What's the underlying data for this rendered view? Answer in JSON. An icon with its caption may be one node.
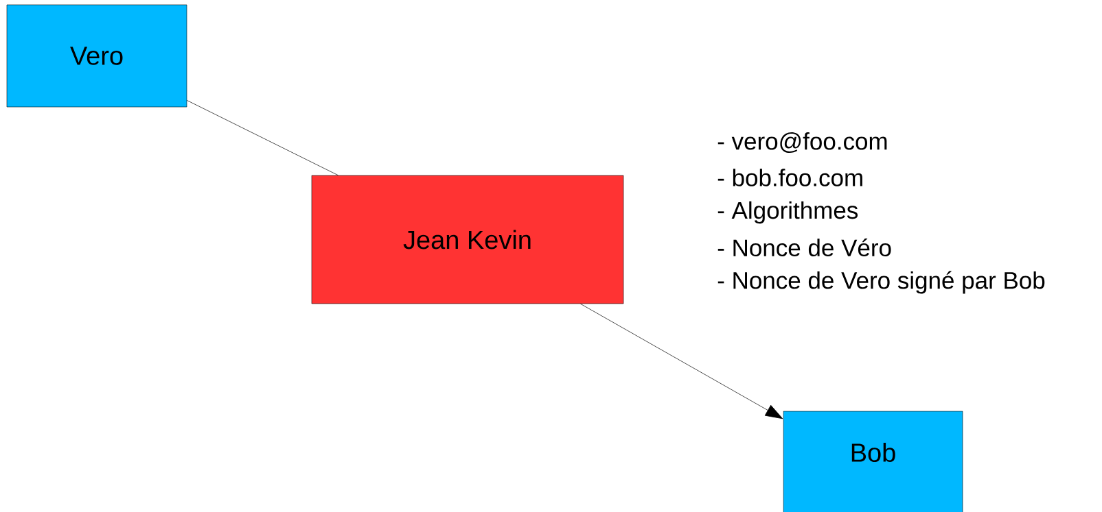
{
  "diagram": {
    "nodes": [
      {
        "text": [
          "Vero"
        ]
      },
      {
        "text": [
          "Jean Kevin"
        ]
      },
      {
        "text": [
          "Bob"
        ]
      }
    ],
    "edges": [
      {
        "from": 0,
        "to": 1,
        "arrow": "none"
      },
      {
        "from": 1,
        "to": 2,
        "arrow": "to"
      }
    ],
    "labels": [
      "- vero@foo.com",
      "- bob.foo.com",
      "- Algorithmes",
      "- Nonce de Véro",
      "- Nonce de Vero signé par Bob"
    ]
  }
}
